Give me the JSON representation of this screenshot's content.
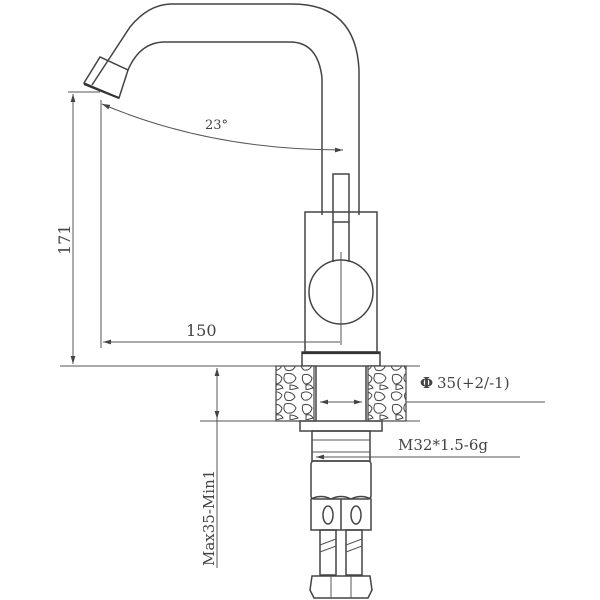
{
  "drawing": {
    "subject": "faucet technical drawing",
    "line_color": "#444444",
    "background": "#ffffff",
    "dimensions": {
      "angle_label": "23°",
      "height_label": "171",
      "reach_label": "150",
      "diameter_symbol": "Φ",
      "diameter_label": "35(+2/-1)",
      "thread_label": "M32*1.5-6g",
      "mount_thickness_label": "Max35-Min1"
    }
  }
}
